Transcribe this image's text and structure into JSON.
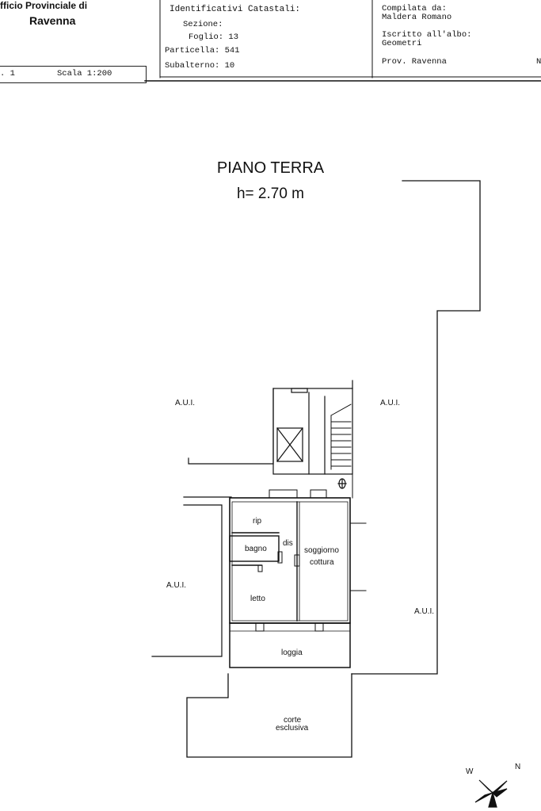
{
  "header": {
    "office_line1": "fficio Provinciale di",
    "office_line2": "Ravenna",
    "sheet_fragment": ". 1",
    "scale": "Scala 1:200",
    "cadastral": {
      "title": "Identificativi Catastali:",
      "sezione": "Sezione:",
      "foglio": "Foglio: 13",
      "particella": "Particella: 541",
      "subalterno": "Subalterno: 10"
    },
    "compiler": {
      "label": "Compilata da:",
      "name": "Maldera Romano",
      "registered_label": "Iscritto all'albo:",
      "profession": "Geometri",
      "province": "Prov. Ravenna",
      "fragment": "N"
    }
  },
  "plan": {
    "title": "PIANO TERRA",
    "height": "h= 2.70 m",
    "labels": {
      "aui": "A.U.I.",
      "rip": "rip",
      "dis": "dis",
      "bagno": "bagno",
      "soggiorno": "soggiorno",
      "cottura": "cottura",
      "letto": "letto",
      "loggia": "loggia",
      "corte": "corte",
      "esclusiva": "esclusiva"
    }
  }
}
